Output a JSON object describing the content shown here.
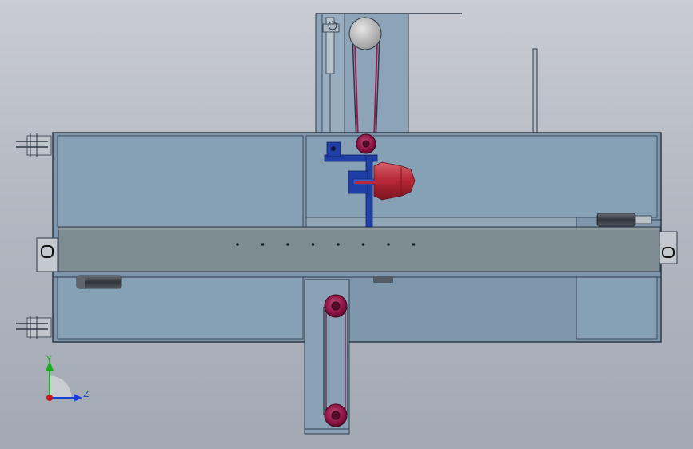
{
  "triad": {
    "y_label": "Y",
    "z_label": "Z",
    "colors": {
      "y": "#18b018",
      "z": "#1a3fd6",
      "x": "#d01818"
    }
  },
  "colors": {
    "background": "#b3b8c1",
    "housing_fill": "#7f97ad",
    "housing_stroke": "#2d3845",
    "beam_fill": "#7e8d91",
    "bracket_blue": "#1f3fa6",
    "roller_magenta": "#9a1850",
    "nozzle_red": "#b8283a",
    "motor_dark": "#3b4148"
  },
  "beam": {
    "hole_count": 8
  }
}
